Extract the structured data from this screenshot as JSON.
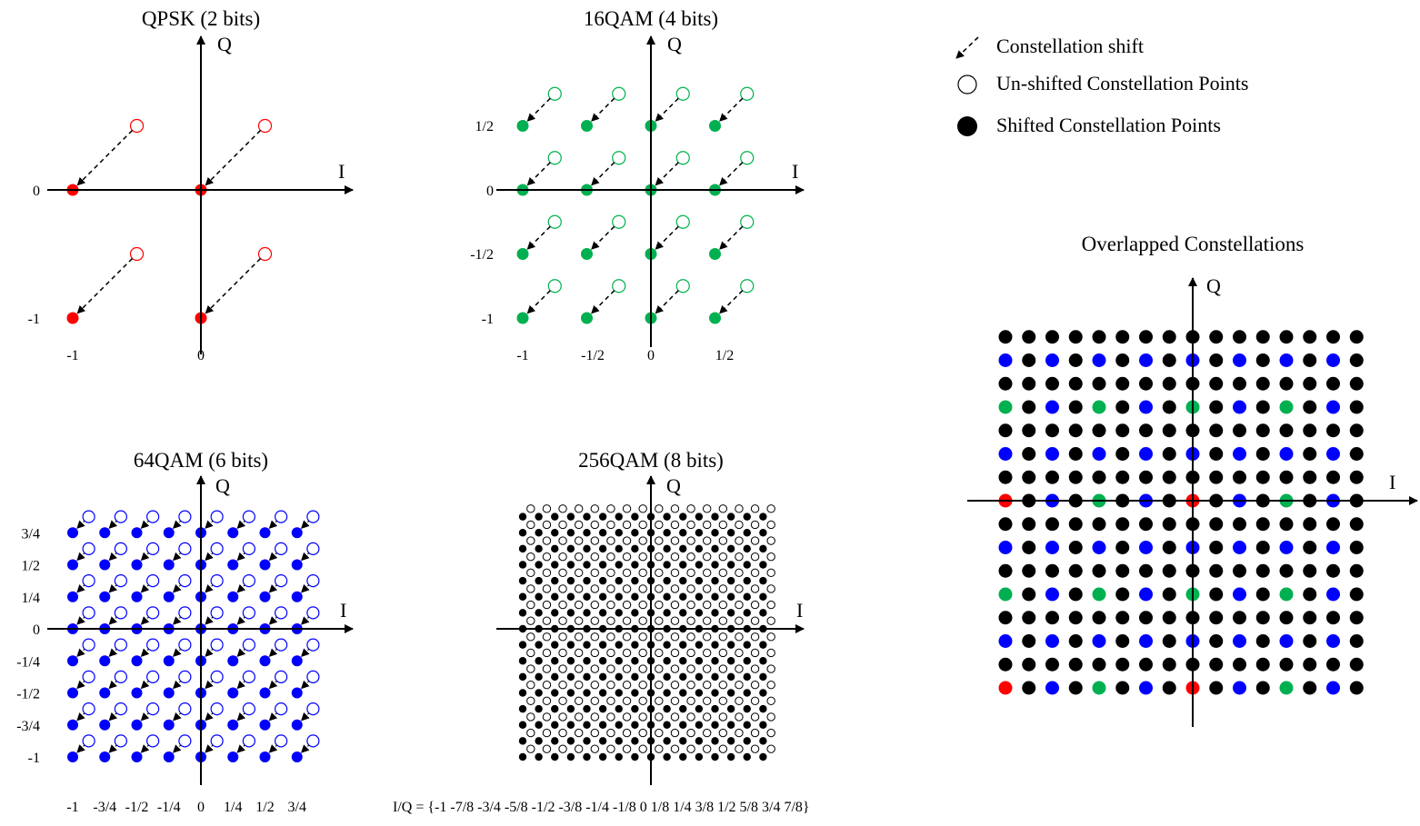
{
  "legend": {
    "shift_label": "Constellation shift",
    "unshifted_label": "Un-shifted Constellation Points",
    "shifted_label": "Shifted Constellation Points"
  },
  "colors": {
    "qpsk": "#ff0000",
    "qam16": "#00b050",
    "qam64": "#0000ff",
    "qam256": "#000000",
    "axis": "#000000"
  },
  "panels": {
    "qpsk": {
      "title": "QPSK (2 bits)",
      "i_label": "I",
      "q_label": "Q",
      "x_ticks": [
        "-1",
        "0"
      ],
      "y_ticks": [
        "0",
        "-1"
      ]
    },
    "qam16": {
      "title": "16QAM (4 bits)",
      "i_label": "I",
      "q_label": "Q",
      "x_ticks": [
        "-1",
        "-1/2",
        "0",
        "1/2"
      ],
      "y_ticks": [
        "1/2",
        "0",
        "-1/2",
        "-1"
      ]
    },
    "qam64": {
      "title": "64QAM (6 bits)",
      "i_label": "I",
      "q_label": "Q",
      "x_ticks": [
        "-1",
        "-3/4",
        "-1/2",
        "-1/4",
        "0",
        "1/4",
        "1/2",
        "3/4"
      ],
      "y_ticks": [
        "3/4",
        "1/2",
        "1/4",
        "0",
        "-1/4",
        "-1/2",
        "-3/4",
        "-1"
      ]
    },
    "qam256": {
      "title": "256QAM (8 bits)",
      "i_label": "I",
      "q_label": "Q",
      "iq_note": "I/Q = {-1 -7/8 -3/4 -5/8 -1/2 -3/8 -1/4 -1/8 0 1/8 1/4 3/8 1/2 5/8 3/4 7/8}"
    },
    "overlap": {
      "title": "Overlapped Constellations",
      "i_label": "I",
      "q_label": "Q"
    }
  },
  "chart_data": {
    "type": "scatter",
    "description_source": "constellation diagrams",
    "constellations": [
      {
        "name": "QPSK (2 bits)",
        "levels": [
          -1,
          0
        ],
        "shift": [
          0.5,
          0.5
        ]
      },
      {
        "name": "16QAM (4 bits)",
        "levels": [
          -1,
          -0.5,
          0,
          0.5
        ],
        "shift": [
          0.25,
          0.25
        ]
      },
      {
        "name": "64QAM (6 bits)",
        "levels": [
          -1,
          -0.75,
          -0.5,
          -0.25,
          0,
          0.25,
          0.5,
          0.75
        ],
        "shift": [
          0.125,
          0.125
        ]
      },
      {
        "name": "256QAM (8 bits)",
        "levels": [
          -1,
          -0.875,
          -0.75,
          -0.625,
          -0.5,
          -0.375,
          -0.25,
          -0.125,
          0,
          0.125,
          0.25,
          0.375,
          0.5,
          0.625,
          0.75,
          0.875
        ],
        "shift": [
          0.0625,
          0.0625
        ]
      }
    ]
  }
}
